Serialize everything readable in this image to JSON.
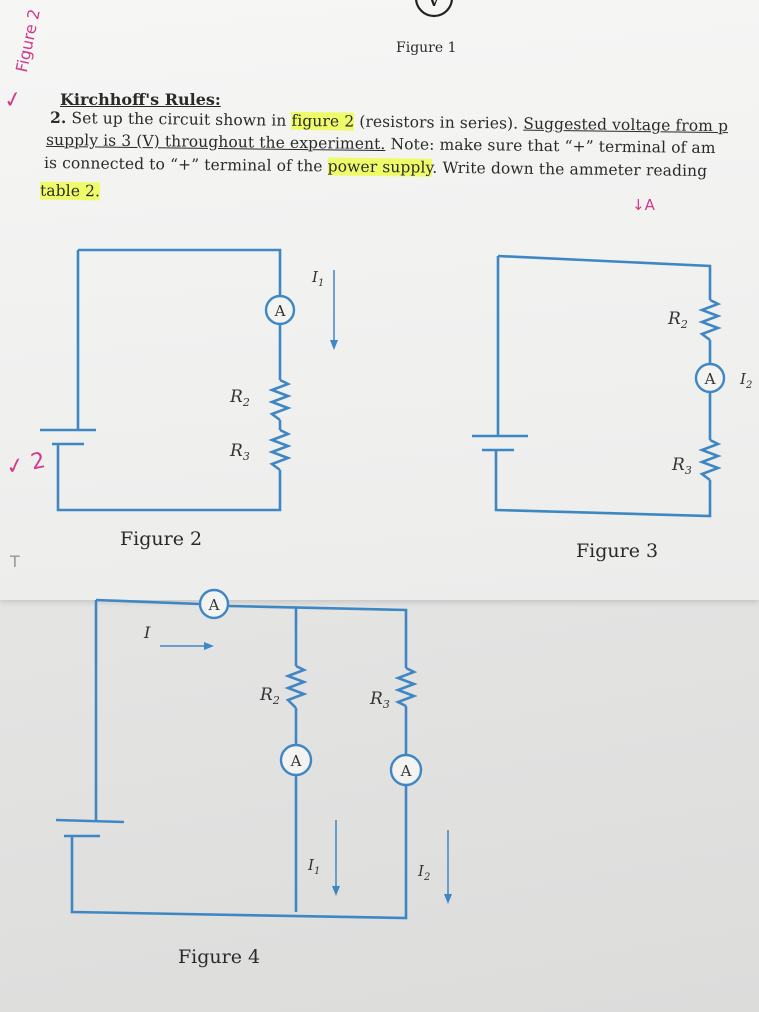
{
  "header": {
    "meter_symbol": "V",
    "figure1_label": "Figure 1"
  },
  "section": {
    "title": "Kirchhoff's Rules:",
    "line1_num": "2.",
    "line1_a": "Set up the circuit shown in ",
    "line1_hl": "figure 2",
    "line1_b": " (resistors in series). ",
    "line1_ul": "Suggested voltage from p",
    "line2_ul": "supply is 3 (V) throughout the experiment.",
    "line2_b": " Note: make sure that “+” terminal of am",
    "line3_a": "is connected to “+” terminal of the ",
    "line3_hl": "power supply",
    "line3_b": ". Write down the ammeter reading",
    "line4_hl": "table 2."
  },
  "handwriting": {
    "margin_note": "Figure 2",
    "check_marks": "✓",
    "note_right": "↓A",
    "note_fig2": "✓ 2",
    "note_t": "T"
  },
  "figures": {
    "fig2": {
      "caption": "Figure 2",
      "ammeter": "A",
      "r2": "R",
      "r2_sub": "2",
      "r3": "R",
      "r3_sub": "3",
      "current": "I",
      "current_sub": "1"
    },
    "fig3": {
      "caption": "Figure 3",
      "ammeter": "A",
      "r2": "R",
      "r2_sub": "2",
      "r3": "R",
      "r3_sub": "3",
      "current": "I",
      "current_sub": "2"
    },
    "fig4": {
      "caption": "Figure 4",
      "ammeter_main": "A",
      "ammeter_left": "A",
      "ammeter_right": "A",
      "current_main": "I",
      "r2": "R",
      "r2_sub": "2",
      "r3": "R",
      "r3_sub": "3",
      "i1": "I",
      "i1_sub": "1",
      "i2": "I",
      "i2_sub": "2"
    }
  },
  "colors": {
    "wire": "#3f87c4",
    "highlight": "#eeff3c",
    "ink": "#d23a8a"
  }
}
